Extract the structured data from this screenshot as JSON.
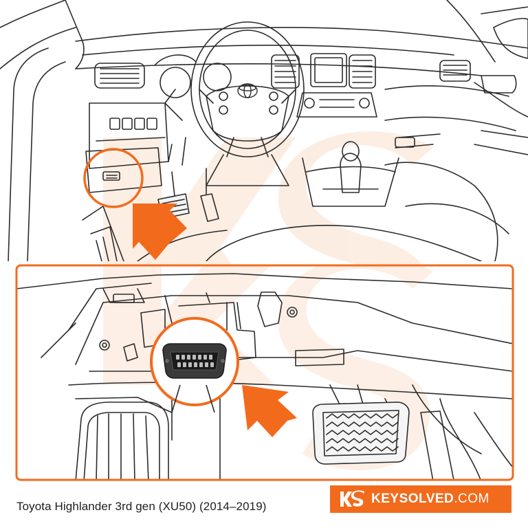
{
  "caption": "Toyota Highlander 3rd gen (XU50) (2014–2019)",
  "brand": {
    "name_bold": "KEYSOLVED",
    "name_light": ".COM",
    "logo_mark": "KS"
  },
  "colors": {
    "accent": "#f26b1d",
    "line": "#2b2b2b",
    "watermark": "#fbe3d3",
    "background": "#ffffff"
  },
  "icons": {
    "logo": "ks-logo-icon",
    "watermark": "ks-watermark-icon",
    "toyota_emblem": "toyota-emblem-icon",
    "obd_port": "obd2-connector-icon",
    "pointer": "orange-arrow-icon"
  }
}
